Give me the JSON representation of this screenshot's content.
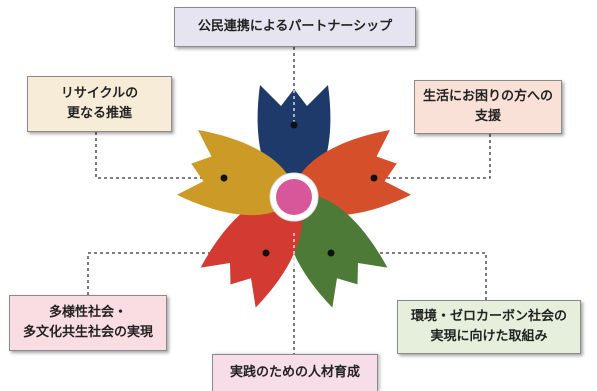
{
  "petal_colors": {
    "top": "#1d3a6b",
    "right": "#d5502a",
    "lower_right": "#4e7a37",
    "lower_left": "#d33a32",
    "left": "#cc9a27",
    "center": "#d8579a"
  },
  "labels": {
    "top": "公民連携によるパートナーシップ",
    "top_left": [
      "リサイクルの",
      "更なる推進"
    ],
    "top_right": [
      "生活にお困りの方への",
      "支援"
    ],
    "bottom_left": [
      "多様性社会・",
      "多文化共生社会の実現"
    ],
    "bottom_right": [
      "環境・ゼロカーボン社会の",
      "実現に向けた取組み"
    ],
    "bottom": "実践のための人材育成"
  }
}
